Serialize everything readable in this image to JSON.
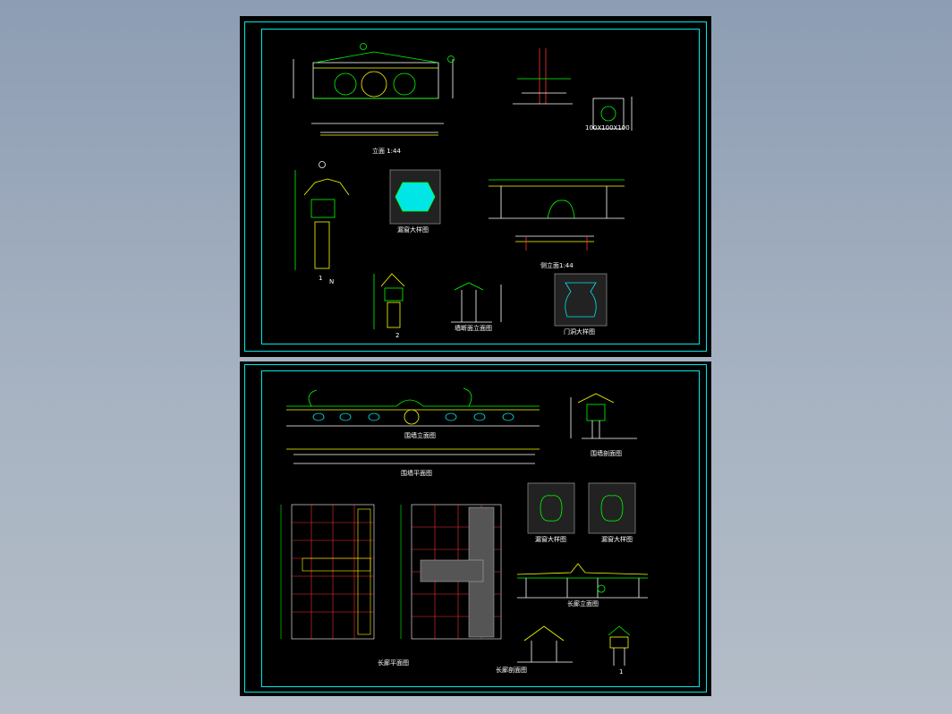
{
  "colors": {
    "background": "#98a6b8",
    "sheet": "#000000",
    "frame": "#00e6e6",
    "line_white": "#ffffff",
    "line_green": "#00ff00",
    "line_yellow": "#ffff00",
    "line_red": "#ff3030",
    "fill_cyan": "#00e6e6"
  },
  "sheet1": {
    "labels": {
      "front_elevation": "立面 1:44",
      "window_a": "漏窗大样图",
      "wall_section": "墙断面立面图",
      "side_elevation": "侧立面1:44",
      "door_detail": "门洞大样图",
      "detail_square": "100X100X100",
      "section_1": "1",
      "section_2": "2",
      "north_mark": "N"
    }
  },
  "sheet2": {
    "labels": {
      "wall_elevation": "围墙立面图",
      "wall_plan": "围墙平面图",
      "wall_section": "围墙剖面图",
      "window_b": "漏窗大样图",
      "window_c": "漏窗大样图",
      "corridor_plan_1": "长廊平面图",
      "corridor_elevation": "长廊立面图",
      "corridor_section": "长廊剖面图",
      "section_1": "1"
    }
  }
}
